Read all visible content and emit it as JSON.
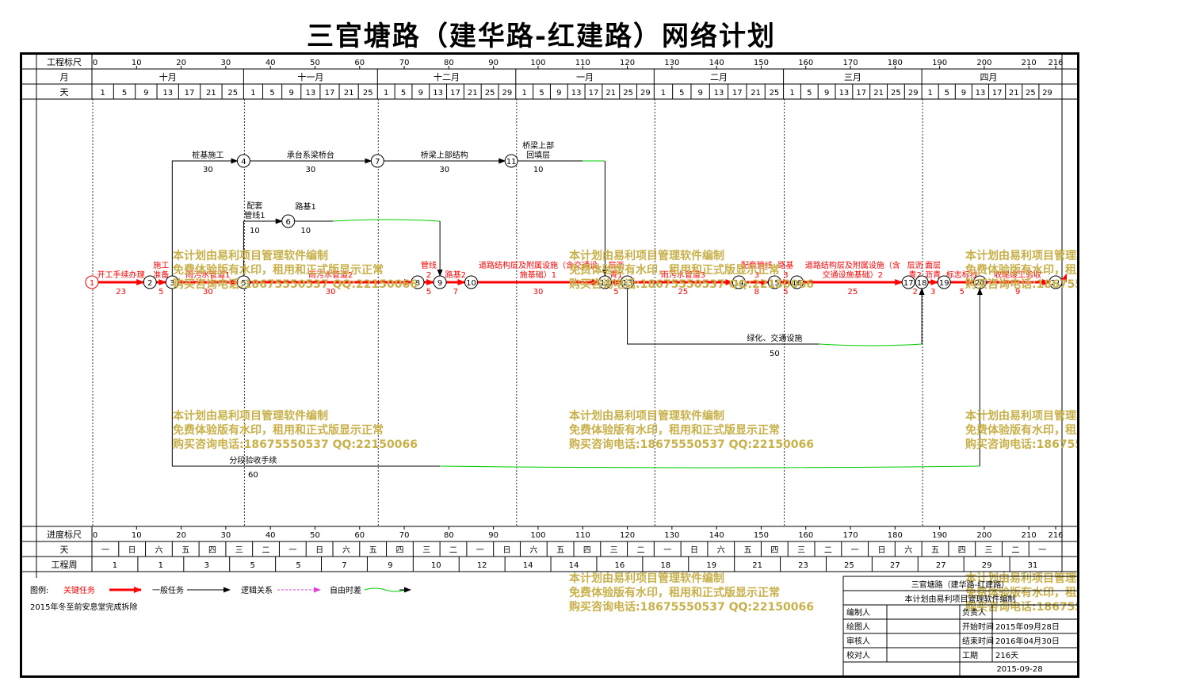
{
  "title": "三官塘路（建华路-红建路）网络计划",
  "row_labels": {
    "scale_top": "工程标尺",
    "month": "月",
    "day": "天",
    "scale_bottom": "进度标尺",
    "weekday": "天",
    "week": "工程周"
  },
  "scale_ticks": [
    "0",
    "10",
    "20",
    "30",
    "40",
    "50",
    "60",
    "70",
    "80",
    "90",
    "100",
    "110",
    "120",
    "130",
    "140",
    "150",
    "160",
    "170",
    "180",
    "190",
    "200",
    "210",
    "216"
  ],
  "months": [
    "十月",
    "十一月",
    "十二月",
    "一月",
    "二月",
    "三月",
    "四月"
  ],
  "day_ticks": [
    [
      "1",
      "5",
      "9",
      "13",
      "17",
      "21",
      "25"
    ],
    [
      "1",
      "5",
      "9",
      "13",
      "17",
      "21",
      "25"
    ],
    [
      "1",
      "5",
      "9",
      "13",
      "17",
      "21",
      "25",
      "29"
    ],
    [
      "1",
      "5",
      "9",
      "13",
      "17",
      "21",
      "25",
      "29"
    ],
    [
      "1",
      "5",
      "9",
      "13",
      "17",
      "21",
      "25"
    ],
    [
      "1",
      "5",
      "9",
      "13",
      "17",
      "21",
      "25",
      "29"
    ],
    [
      "1",
      "5",
      "9",
      "13",
      "17",
      "21",
      "25",
      "29"
    ]
  ],
  "weekday_cells": [
    "一",
    "日",
    "六",
    "五",
    "四",
    "三",
    "二",
    "一",
    "日",
    "六",
    "五",
    "四",
    "三",
    "二",
    "一",
    "日",
    "六",
    "五",
    "四",
    "三",
    "二",
    "一",
    "日",
    "六",
    "五",
    "四",
    "三",
    "二",
    "一",
    "日",
    "六",
    "五",
    "四",
    "三",
    "二",
    "一"
  ],
  "week_cells": [
    "1",
    "1",
    "3",
    "5",
    "5",
    "7",
    "9",
    "10",
    "12",
    "14",
    "14",
    "16",
    "18",
    "19",
    "21",
    "23",
    "25",
    "27",
    "27",
    "29",
    "31"
  ],
  "nodes": [
    {
      "id": "1",
      "day": 0
    },
    {
      "id": "2",
      "day": 13
    },
    {
      "id": "3",
      "day": 18
    },
    {
      "id": "4",
      "day": 34
    },
    {
      "id": "5",
      "day": 34
    },
    {
      "id": "6",
      "day": 44
    },
    {
      "id": "7",
      "day": 64
    },
    {
      "id": "8",
      "day": 73
    },
    {
      "id": "9",
      "day": 78
    },
    {
      "id": "10",
      "day": 85
    },
    {
      "id": "11",
      "day": 94
    },
    {
      "id": "12",
      "day": 115
    },
    {
      "id": "13",
      "day": 120
    },
    {
      "id": "14",
      "day": 145
    },
    {
      "id": "15",
      "day": 153
    },
    {
      "id": "16",
      "day": 158
    },
    {
      "id": "17",
      "day": 183
    },
    {
      "id": "18",
      "day": 186
    },
    {
      "id": "19",
      "day": 191
    },
    {
      "id": "20",
      "day": 199
    },
    {
      "id": "21",
      "day": 216
    }
  ],
  "tasks": [
    {
      "from": "1",
      "to": "2",
      "name": "开工手续办理",
      "dur": "23",
      "critical": true
    },
    {
      "from": "2",
      "to": "3",
      "name": "施工准备",
      "dur": "5",
      "critical": true
    },
    {
      "from": "3",
      "to": "5",
      "name": "雨污水管道1",
      "dur": "30",
      "critical": true
    },
    {
      "from": "5",
      "to": "8",
      "name": "雨污水管道2",
      "dur": "30",
      "critical": true
    },
    {
      "from": "8",
      "to": "9",
      "name": "配套管线2",
      "dur": "5",
      "critical": true
    },
    {
      "from": "9",
      "to": "10",
      "name": "路基2",
      "dur": "7",
      "critical": true
    },
    {
      "from": "10",
      "to": "12",
      "name": "道路结构层及附属设施（含交通设施基础）1",
      "dur": "30",
      "critical": true
    },
    {
      "from": "12",
      "to": "13",
      "name": "中下层沥青1",
      "dur": "5",
      "critical": true
    },
    {
      "from": "13",
      "to": "14",
      "name": "雨污水管道3",
      "dur": "25",
      "critical": true
    },
    {
      "from": "14",
      "to": "15",
      "name": "配套管线3",
      "dur": "8",
      "critical": true
    },
    {
      "from": "15",
      "to": "16",
      "name": "路基3",
      "dur": "5",
      "critical": true
    },
    {
      "from": "16",
      "to": "17",
      "name": "道路结构层及附属设施（含交通设施基础）2",
      "dur": "25",
      "critical": true
    },
    {
      "from": "17",
      "to": "18",
      "name": "中下层沥青2",
      "dur": "2",
      "critical": true
    },
    {
      "from": "18",
      "to": "19",
      "name": "面层沥青",
      "dur": "3",
      "critical": true
    },
    {
      "from": "19",
      "to": "20",
      "name": "标志标线",
      "dur": "5",
      "critical": true
    },
    {
      "from": "20",
      "to": "21",
      "name": "收尾竣工验收",
      "dur": "9",
      "critical": true
    },
    {
      "from": "3",
      "to": "4",
      "name": "桩基施工",
      "dur": "30",
      "critical": false
    },
    {
      "from": "4",
      "to": "7",
      "name": "承台系梁桥台",
      "dur": "30",
      "critical": false
    },
    {
      "from": "7",
      "to": "11",
      "name": "桥梁上部结构",
      "dur": "30",
      "critical": false
    },
    {
      "from": "11",
      "to": "12",
      "name": "桥梁上部回填层",
      "dur": "10",
      "critical": false
    },
    {
      "from": "5",
      "to": "6",
      "name": "配套管线1",
      "dur": "10",
      "critical": false
    },
    {
      "from": "6",
      "to": "9",
      "name": "路基1",
      "dur": "10",
      "critical": false
    },
    {
      "from": "13",
      "to": "18",
      "name": "绿化、交通设施",
      "dur": "50",
      "critical": false
    },
    {
      "from": "3",
      "to": "20",
      "name": "分段验收手续",
      "dur": "60",
      "critical": false
    }
  ],
  "legend": {
    "label": "图例:",
    "critical": "关键任务",
    "normal": "一般任务",
    "logic": "逻辑关系",
    "float": "自由时差",
    "note": "2015年冬至前安息堂完成拆除"
  },
  "info": {
    "project": "三官塘路（建华路-红建路）",
    "compiled_by": "本计划由易利项目管理软件编制",
    "rows": [
      {
        "k1": "编制人",
        "v1": "",
        "k2": "负责人",
        "v2": ""
      },
      {
        "k1": "绘图人",
        "v1": "",
        "k2": "开始时间",
        "v2": "2015年09月28日"
      },
      {
        "k1": "审核人",
        "v1": "",
        "k2": "结束时间",
        "v2": "2016年04月30日"
      },
      {
        "k1": "校对人",
        "v1": "",
        "k2": "工期",
        "v2": "216天"
      }
    ],
    "date": "2015-09-28"
  },
  "watermark": [
    "本计划由易利项目管理软件编制",
    "免费体验版有水印，租用和正式版显示正常",
    "购买咨询电话:18675550537 QQ:22150066"
  ],
  "colors": {
    "critical": "#ff0000",
    "normal": "#000000",
    "float": "#00cc00",
    "watermark": "#c8b04a"
  }
}
